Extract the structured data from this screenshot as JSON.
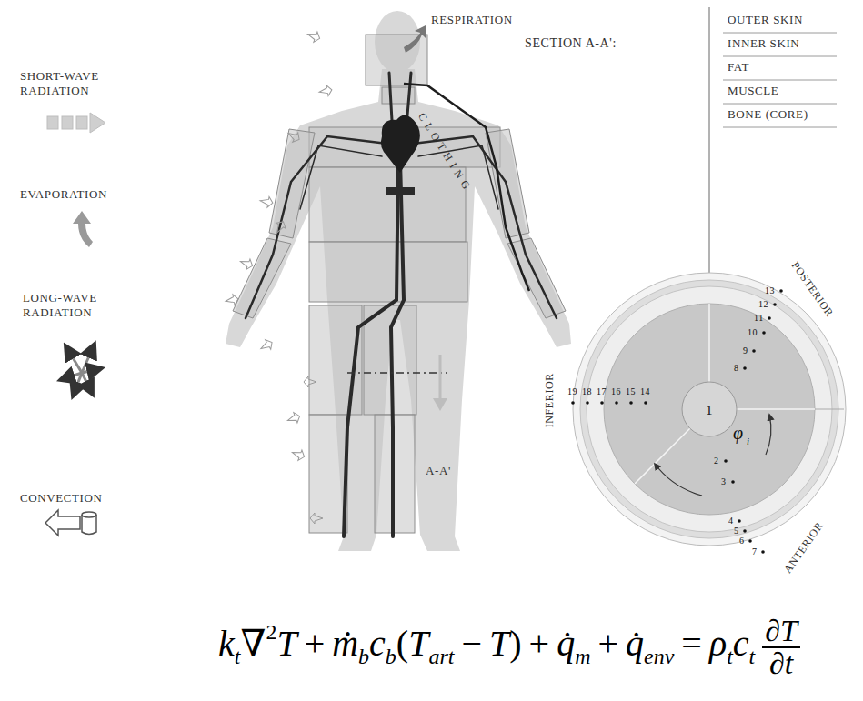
{
  "diagram": {
    "labels": [
      "SHORT-WAVE RADIATION",
      "EVAPORATION",
      "LONG-WAVE RADIATION",
      "CONVECTION",
      "RESPIRATION",
      "CLOTHING",
      "A-A'",
      "SECTION A-A':",
      "OUTER SKIN",
      "INNER SKIN",
      "FAT",
      "MUSCLE",
      "BONE (CORE)",
      "POSTERIOR",
      "INFERIOR",
      "ANTERIOR",
      "1",
      "2",
      "3",
      "4",
      "5",
      "6",
      "7",
      "8",
      "9",
      "10",
      "11",
      "12",
      "13",
      "14",
      "15",
      "16",
      "17",
      "18",
      "19",
      "φ",
      "i",
      "k",
      "t",
      "∇",
      "2",
      "T",
      "+",
      "ṁ",
      "b",
      "c",
      "b",
      "(",
      "T",
      "art",
      "−",
      "T",
      ")",
      "+",
      "q̇",
      "m",
      "+",
      "q̇",
      "env",
      "=",
      "ρ",
      "t",
      "c",
      "t",
      "∂T",
      "∂t"
    ]
  }
}
